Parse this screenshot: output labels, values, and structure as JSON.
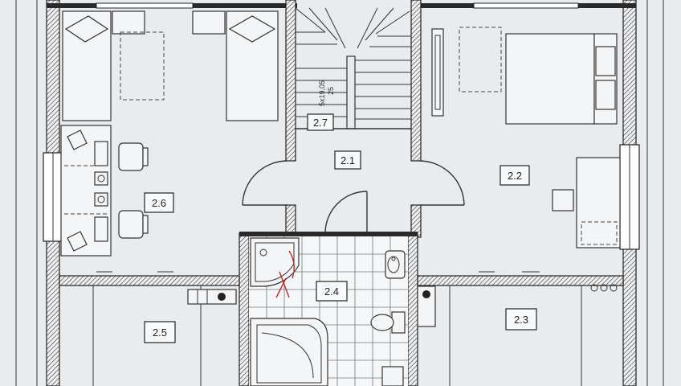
{
  "rooms": [
    {
      "id": "r27",
      "label": "2.7"
    },
    {
      "id": "r21",
      "label": "2.1"
    },
    {
      "id": "r22",
      "label": "2.2"
    },
    {
      "id": "r26",
      "label": "2.6"
    },
    {
      "id": "r24",
      "label": "2.4"
    },
    {
      "id": "r25",
      "label": "2.5"
    },
    {
      "id": "r23",
      "label": "2.3"
    }
  ],
  "stair": {
    "spec_line1": "5x19,05",
    "spec_line2": "25"
  },
  "colors": {
    "wall": "#2a2a2a",
    "paper": "#e9ecef",
    "annotation": "#c62828"
  }
}
